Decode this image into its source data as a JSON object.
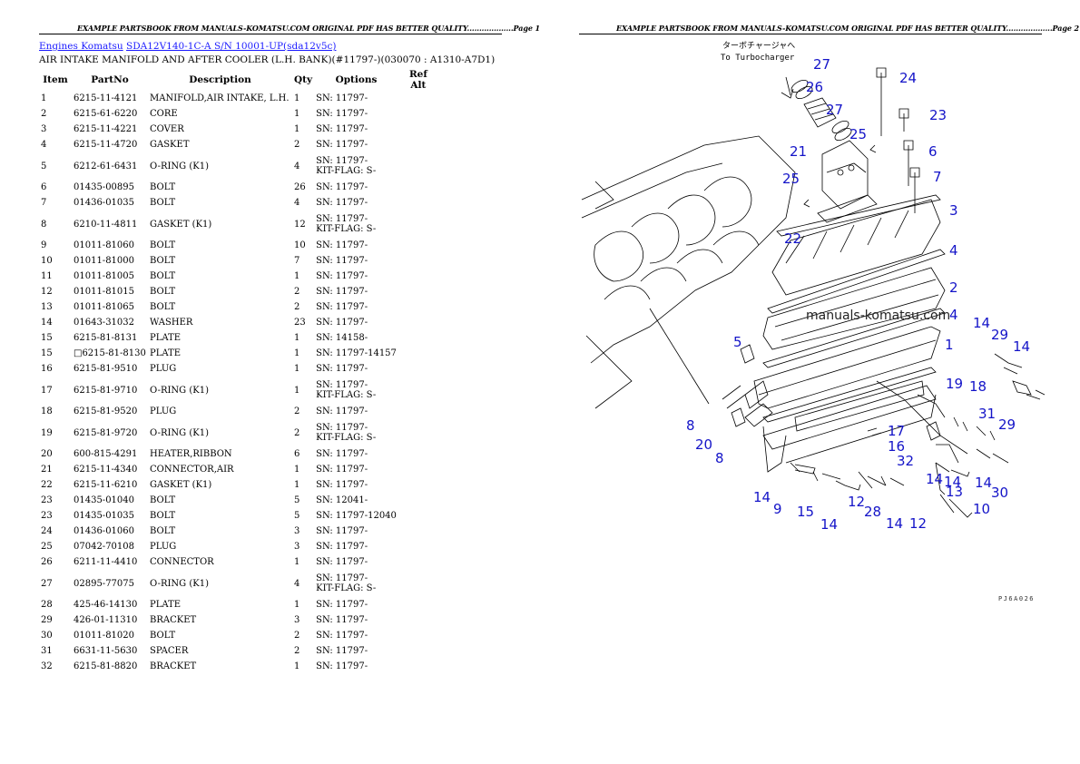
{
  "header_left": "EXAMPLE PARTSBOOK FROM MANUALS-KOMATSU.COM ORIGINAL PDF HAS BETTER QUALITY...................Page 1",
  "header_right": "EXAMPLE PARTSBOOK FROM MANUALS-KOMATSU.COM ORIGINAL PDF HAS BETTER QUALITY...................Page 2",
  "breadcrumb": {
    "link1": "Engines Komatsu",
    "link2": "SDA12V140-1C-A S/N 10001-UP(sda12v5c)"
  },
  "title": "AIR INTAKE MANIFOLD AND AFTER COOLER (L.H. BANK)(#11797-)(030070 : A1310-A7D1)",
  "table": {
    "headers": {
      "item": "Item",
      "part": "PartNo",
      "desc": "Description",
      "qty": "Qty",
      "opt": "Options",
      "ref": "Ref Alt"
    },
    "rows": [
      {
        "item": "1",
        "part": "6215-11-4121",
        "desc": "MANIFOLD,AIR INTAKE, L.H.",
        "qty": "1",
        "opt": "SN: 11797-",
        "opt2": ""
      },
      {
        "item": "2",
        "part": "6215-61-6220",
        "desc": "CORE",
        "qty": "1",
        "opt": "SN: 11797-",
        "opt2": ""
      },
      {
        "item": "3",
        "part": "6215-11-4221",
        "desc": "COVER",
        "qty": "1",
        "opt": "SN: 11797-",
        "opt2": ""
      },
      {
        "item": "4",
        "part": "6215-11-4720",
        "desc": "GASKET",
        "qty": "2",
        "opt": "SN: 11797-",
        "opt2": ""
      },
      {
        "item": "5",
        "part": "6212-61-6431",
        "desc": "O-RING (K1)",
        "qty": "4",
        "opt": "SN: 11797-",
        "opt2": "KIT-FLAG: S-"
      },
      {
        "item": "6",
        "part": "01435-00895",
        "desc": "BOLT",
        "qty": "26",
        "opt": "SN: 11797-",
        "opt2": ""
      },
      {
        "item": "7",
        "part": "01436-01035",
        "desc": "BOLT",
        "qty": "4",
        "opt": "SN: 11797-",
        "opt2": ""
      },
      {
        "item": "8",
        "part": "6210-11-4811",
        "desc": "GASKET (K1)",
        "qty": "12",
        "opt": "SN: 11797-",
        "opt2": "KIT-FLAG: S-"
      },
      {
        "item": "9",
        "part": "01011-81060",
        "desc": "BOLT",
        "qty": "10",
        "opt": "SN: 11797-",
        "opt2": ""
      },
      {
        "item": "10",
        "part": "01011-81000",
        "desc": "BOLT",
        "qty": "7",
        "opt": "SN: 11797-",
        "opt2": ""
      },
      {
        "item": "11",
        "part": "01011-81005",
        "desc": "BOLT",
        "qty": "1",
        "opt": "SN: 11797-",
        "opt2": ""
      },
      {
        "item": "12",
        "part": "01011-81015",
        "desc": "BOLT",
        "qty": "2",
        "opt": "SN: 11797-",
        "opt2": ""
      },
      {
        "item": "13",
        "part": "01011-81065",
        "desc": "BOLT",
        "qty": "2",
        "opt": "SN: 11797-",
        "opt2": ""
      },
      {
        "item": "14",
        "part": "01643-31032",
        "desc": "WASHER",
        "qty": "23",
        "opt": "SN: 11797-",
        "opt2": ""
      },
      {
        "item": "15",
        "part": "6215-81-8131",
        "desc": "PLATE",
        "qty": "1",
        "opt": "SN: 14158-",
        "opt2": ""
      },
      {
        "item": "15",
        "part": "□6215-81-8130",
        "desc": "PLATE",
        "qty": "1",
        "opt": "SN: 11797-14157",
        "opt2": ""
      },
      {
        "item": "16",
        "part": "6215-81-9510",
        "desc": "PLUG",
        "qty": "1",
        "opt": "SN: 11797-",
        "opt2": ""
      },
      {
        "item": "17",
        "part": "6215-81-9710",
        "desc": "O-RING (K1)",
        "qty": "1",
        "opt": "SN: 11797-",
        "opt2": "KIT-FLAG: S-"
      },
      {
        "item": "18",
        "part": "6215-81-9520",
        "desc": "PLUG",
        "qty": "2",
        "opt": "SN: 11797-",
        "opt2": ""
      },
      {
        "item": "19",
        "part": "6215-81-9720",
        "desc": "O-RING (K1)",
        "qty": "2",
        "opt": "SN: 11797-",
        "opt2": "KIT-FLAG: S-"
      },
      {
        "item": "20",
        "part": "600-815-4291",
        "desc": "HEATER,RIBBON",
        "qty": "6",
        "opt": "SN: 11797-",
        "opt2": ""
      },
      {
        "item": "21",
        "part": "6215-11-4340",
        "desc": "CONNECTOR,AIR",
        "qty": "1",
        "opt": "SN: 11797-",
        "opt2": ""
      },
      {
        "item": "22",
        "part": "6215-11-6210",
        "desc": "GASKET (K1)",
        "qty": "1",
        "opt": "SN: 11797-",
        "opt2": ""
      },
      {
        "item": "23",
        "part": "01435-01040",
        "desc": "BOLT",
        "qty": "5",
        "opt": "SN: 12041-",
        "opt2": ""
      },
      {
        "item": "23",
        "part": "01435-01035",
        "desc": "BOLT",
        "qty": "5",
        "opt": "SN: 11797-12040",
        "opt2": ""
      },
      {
        "item": "24",
        "part": "01436-01060",
        "desc": "BOLT",
        "qty": "3",
        "opt": "SN: 11797-",
        "opt2": ""
      },
      {
        "item": "25",
        "part": "07042-70108",
        "desc": "PLUG",
        "qty": "3",
        "opt": "SN: 11797-",
        "opt2": ""
      },
      {
        "item": "26",
        "part": "6211-11-4410",
        "desc": "CONNECTOR",
        "qty": "1",
        "opt": "SN: 11797-",
        "opt2": ""
      },
      {
        "item": "27",
        "part": "02895-77075",
        "desc": "O-RING (K1)",
        "qty": "4",
        "opt": "SN: 11797-",
        "opt2": "KIT-FLAG: S-"
      },
      {
        "item": "28",
        "part": "425-46-14130",
        "desc": "PLATE",
        "qty": "1",
        "opt": "SN: 11797-",
        "opt2": ""
      },
      {
        "item": "29",
        "part": "426-01-11310",
        "desc": "BRACKET",
        "qty": "3",
        "opt": "SN: 11797-",
        "opt2": ""
      },
      {
        "item": "30",
        "part": "01011-81020",
        "desc": "BOLT",
        "qty": "2",
        "opt": "SN: 11797-",
        "opt2": ""
      },
      {
        "item": "31",
        "part": "6631-11-5630",
        "desc": "SPACER",
        "qty": "2",
        "opt": "SN: 11797-",
        "opt2": ""
      },
      {
        "item": "32",
        "part": "6215-81-8820",
        "desc": "BRACKET",
        "qty": "1",
        "opt": "SN: 11797-",
        "opt2": ""
      }
    ]
  },
  "diagram": {
    "jp_label": "ターボチャージャへ",
    "en_label": "To Turbocharger",
    "watermark": "manuals-komatsu.com",
    "code": "PJ6A026",
    "callout_color": "#1414c8",
    "callouts": [
      "27",
      "24",
      "26",
      "27",
      "23",
      "25",
      "21",
      "6",
      "7",
      "25",
      "3",
      "22",
      "4",
      "2",
      "4",
      "14",
      "29",
      "14",
      "1",
      "5",
      "19",
      "18",
      "31",
      "29",
      "8",
      "20",
      "8",
      "17",
      "16",
      "32",
      "14",
      "14",
      "13",
      "30",
      "14",
      "10",
      "14",
      "9",
      "15",
      "14",
      "12",
      "28",
      "14",
      "12"
    ]
  }
}
